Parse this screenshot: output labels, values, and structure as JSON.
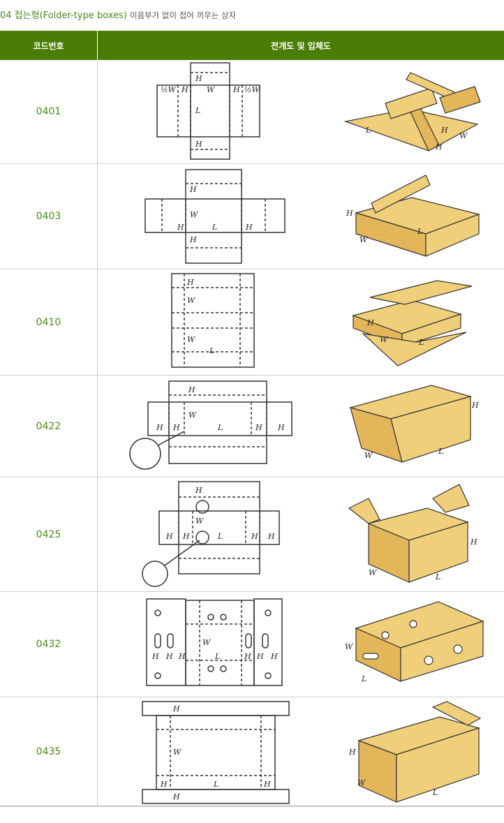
{
  "heading": {
    "number": "04",
    "title": "접는형(Folder-type boxes)",
    "subtitle": "이음부가 없이 접어 끼우는 상자"
  },
  "table": {
    "headers": [
      "코드번호",
      "전개도 및 입체도"
    ],
    "rows": [
      {
        "code": "0401",
        "labels": [
          "½W",
          "H",
          "W",
          "H",
          "½W",
          "H",
          "L",
          "H",
          "L",
          "H",
          "W",
          "H"
        ]
      },
      {
        "code": "0403",
        "labels": [
          "H",
          "W",
          "H",
          "L",
          "H",
          "H",
          "H",
          "W",
          "L"
        ]
      },
      {
        "code": "0410",
        "labels": [
          "H",
          "W",
          "W",
          "L",
          "H",
          "W",
          "L"
        ]
      },
      {
        "code": "0422",
        "labels": [
          "H",
          "W",
          "H",
          "H",
          "L",
          "H",
          "H",
          "H",
          "W",
          "L"
        ]
      },
      {
        "code": "0425",
        "labels": [
          "H",
          "W",
          "H",
          "H",
          "L",
          "H",
          "H",
          "H",
          "W",
          "L"
        ]
      },
      {
        "code": "0432",
        "labels": [
          "H",
          "H",
          "H",
          "W",
          "L",
          "H",
          "H",
          "H",
          "W",
          "L"
        ]
      },
      {
        "code": "0435",
        "labels": [
          "H",
          "W",
          "H",
          "L",
          "H",
          "H",
          "H",
          "W",
          "L"
        ]
      }
    ]
  },
  "colors": {
    "header_bg": "#4a7d05",
    "code_text": "#4a8a1a",
    "box_fill": "#f0cf7a",
    "box_shade": "#e2b659",
    "line": "#333333"
  }
}
